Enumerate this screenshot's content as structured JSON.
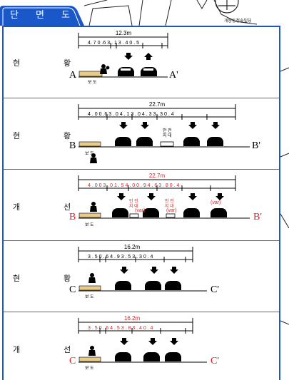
{
  "tab": {
    "chars": [
      "단",
      "면",
      "도"
    ]
  },
  "map_label": "개봉동청솔빌딩",
  "rows": [
    {
      "label_chars": [
        "현",
        "황"
      ],
      "color": "#000000",
      "total": "12.3m",
      "dims": "4. 7 0 .6 3 . 1   3 . 4 0 . 5",
      "start": "A",
      "end": "A'",
      "sidewalk": "보 도",
      "median": ""
    },
    {
      "label_chars": [
        "현",
        "황"
      ],
      "color": "#000000",
      "total": "22.7m",
      "dims": "4 . 0 0 .6 3 . 0   4 . 1   3 . 0   4 . 3   3 . 3 0 . 4",
      "start": "B",
      "end": "B'",
      "sidewalk": "보 도",
      "median": "안 전\n지 대"
    },
    {
      "label_chars": [
        "개",
        "선"
      ],
      "color": "#e02020",
      "total": "22.7m",
      "dims": "4 . 0 0 3 . 0 1 . 5 4 . 0 0 . 9 4 . 6   3 . 8 0 . 4",
      "start": "B",
      "end": "B'",
      "sidewalk": "보 도",
      "median": "안 전\n지 대",
      "var": "(var)"
    },
    {
      "label_chars": [
        "현",
        "황"
      ],
      "color": "#000000",
      "total": "16.2m",
      "dims": "3 . 5 0 . 6   4 . 9   3 . 5   3 . 3 0 . 4",
      "start": "C",
      "end": "C'",
      "sidewalk": "보 도",
      "median": ""
    },
    {
      "label_chars": [
        "개",
        "선"
      ],
      "color": "#e02020",
      "total": "16.2m",
      "dims": "3 . 5 0 . 6   4 . 5   3 . 8   3 . 4 0 . 4",
      "start": "C",
      "end": "C'",
      "sidewalk": "보 도",
      "median": ""
    }
  ]
}
